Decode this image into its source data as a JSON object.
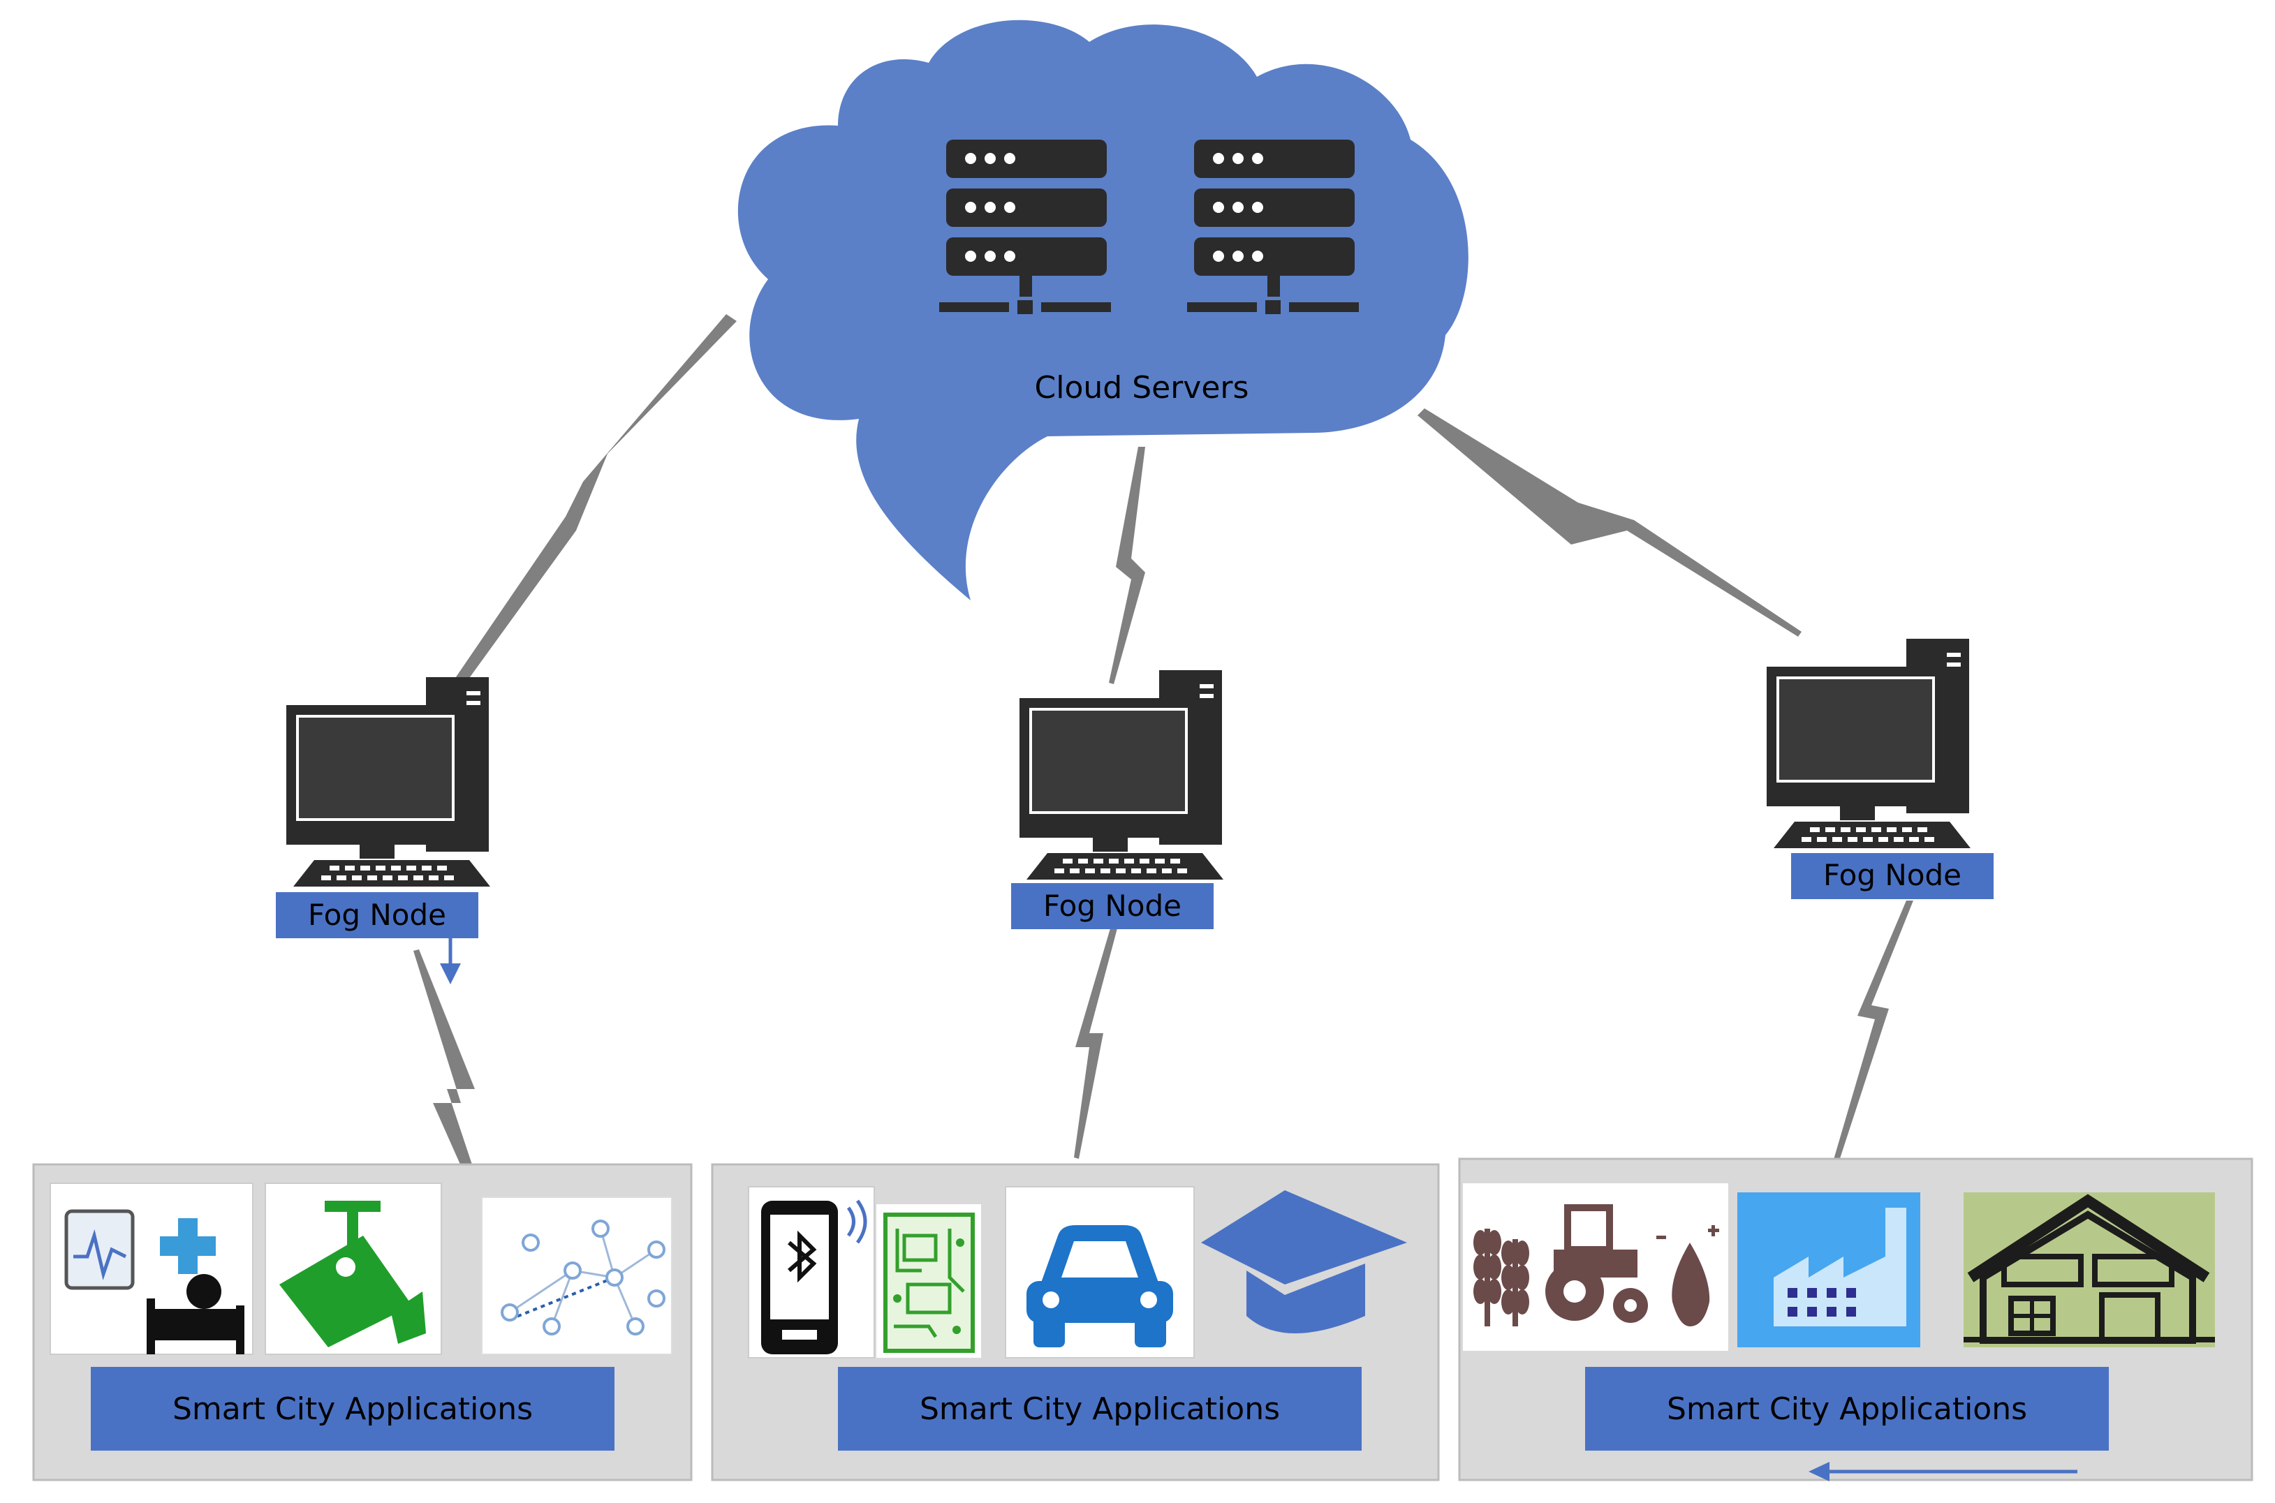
{
  "cloud": {
    "label": "Cloud Servers",
    "fill": "#5b80c8"
  },
  "fog_nodes": [
    {
      "label": "Fog Node"
    },
    {
      "label": "Fog Node"
    },
    {
      "label": "Fog Node"
    }
  ],
  "app_groups": [
    {
      "label": "Smart City Applications",
      "icons": [
        "health-monitor-icon",
        "cctv-camera-icon",
        "sensor-network-icon"
      ]
    },
    {
      "label": "Smart City Applications",
      "icons": [
        "bluetooth-phone-icon",
        "circuit-board-icon",
        "car-icon",
        "graduation-cap-icon"
      ]
    },
    {
      "label": "Smart City Applications",
      "icons": [
        "agriculture-icon",
        "factory-icon",
        "smart-home-icon"
      ]
    }
  ],
  "colors": {
    "accent_blue": "#4a72c4",
    "panel_gray": "#d9d9d9",
    "bolt_gray": "#808080",
    "device_dark": "#2b2b2b",
    "camera_green": "#1f9e2b",
    "farm_brown": "#6b4a4a",
    "factory_bg": "#46a6f0",
    "house_bg": "#b7c98a"
  }
}
